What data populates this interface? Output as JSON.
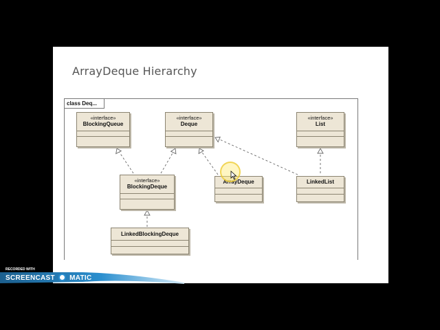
{
  "slide": {
    "title": "ArrayDeque Hierarchy"
  },
  "diagram": {
    "frame_label": "class Deq...",
    "nodes": {
      "blocking_queue": {
        "stereotype": "«interface»",
        "name": "BlockingQueue"
      },
      "deque": {
        "stereotype": "«interface»",
        "name": "Deque"
      },
      "list": {
        "stereotype": "«interface»",
        "name": "List"
      },
      "blocking_deque": {
        "stereotype": "«interface»",
        "name": "BlockingDeque"
      },
      "array_deque": {
        "name": "ArrayDeque"
      },
      "linked_list": {
        "name": "LinkedList"
      },
      "linked_blocking_deque": {
        "name": "LinkedBlockingDeque"
      }
    },
    "edges": [
      {
        "from": "blocking_deque",
        "to": "blocking_queue",
        "kind": "realization"
      },
      {
        "from": "blocking_deque",
        "to": "deque",
        "kind": "realization"
      },
      {
        "from": "array_deque",
        "to": "deque",
        "kind": "realization"
      },
      {
        "from": "linked_list",
        "to": "deque",
        "kind": "realization"
      },
      {
        "from": "linked_list",
        "to": "list",
        "kind": "realization"
      },
      {
        "from": "linked_blocking_deque",
        "to": "blocking_deque",
        "kind": "realization"
      }
    ]
  },
  "watermark": {
    "line1": "RECORDED WITH",
    "line2_a": "SCREENCAST",
    "line2_b": "MATIC"
  },
  "colors": {
    "node_fill": "#ede6d6",
    "node_border": "#8a8370",
    "watermark_blue": "#2a8fd0"
  }
}
